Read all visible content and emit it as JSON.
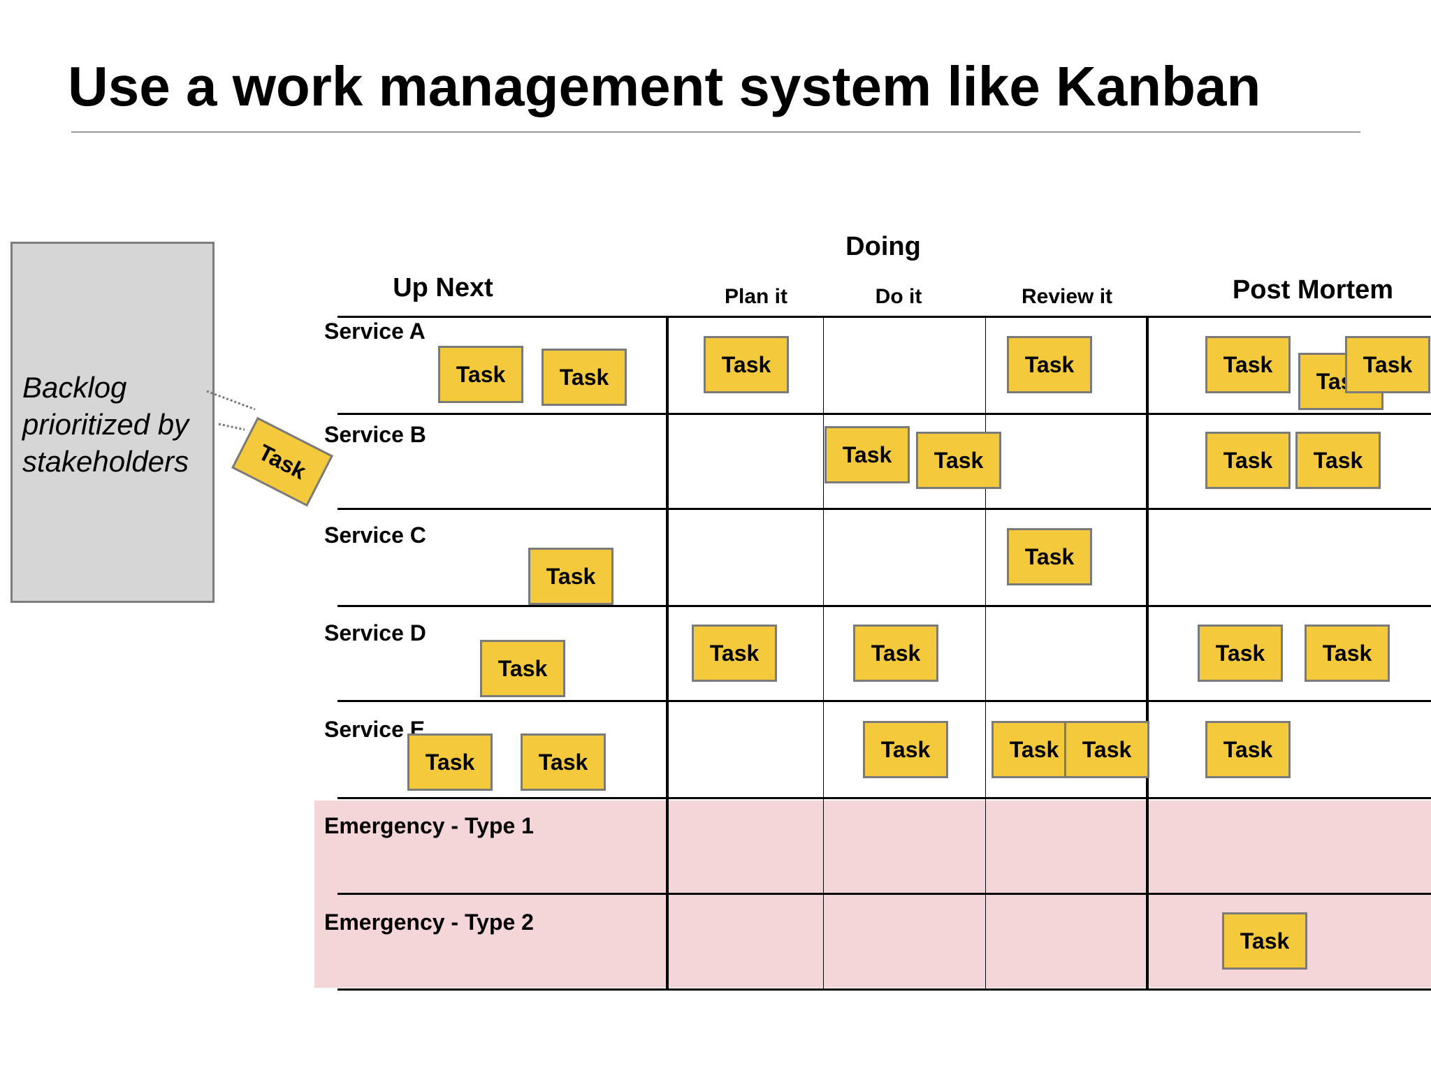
{
  "slide": {
    "title": "Use a work management system like Kanban"
  },
  "backlog": {
    "label": "Backlog\nprioritized by\nstakeholders",
    "task_label": "Task"
  },
  "board": {
    "group_header": "Doing",
    "columns": [
      "Up Next",
      "Plan it",
      "Do it",
      "Review it",
      "Post Mortem"
    ],
    "rows": [
      "Service A",
      "Service B",
      "Service C",
      "Service D",
      "Service E",
      "Emergency - Type 1",
      "Emergency - Type 2"
    ],
    "emergency_rows": [
      "Emergency - Type 1",
      "Emergency - Type 2"
    ],
    "task_label": "Task",
    "tasks": [
      {
        "row": "Service A",
        "column": "Up Next",
        "count": 2
      },
      {
        "row": "Service A",
        "column": "Plan it",
        "count": 1
      },
      {
        "row": "Service A",
        "column": "Review it",
        "count": 1
      },
      {
        "row": "Service A",
        "column": "Post Mortem",
        "count": 3
      },
      {
        "row": "Service B",
        "column": "Do it",
        "count": 2
      },
      {
        "row": "Service B",
        "column": "Post Mortem",
        "count": 2
      },
      {
        "row": "Service C",
        "column": "Up Next",
        "count": 1
      },
      {
        "row": "Service C",
        "column": "Review it",
        "count": 1
      },
      {
        "row": "Service D",
        "column": "Up Next",
        "count": 1
      },
      {
        "row": "Service D",
        "column": "Plan it",
        "count": 1
      },
      {
        "row": "Service D",
        "column": "Do it",
        "count": 1
      },
      {
        "row": "Service D",
        "column": "Post Mortem",
        "count": 2
      },
      {
        "row": "Service E",
        "column": "Up Next",
        "count": 2
      },
      {
        "row": "Service E",
        "column": "Do it",
        "count": 1
      },
      {
        "row": "Service E",
        "column": "Review it",
        "count": 2
      },
      {
        "row": "Service E",
        "column": "Post Mortem",
        "count": 1
      },
      {
        "row": "Emergency - Type 2",
        "column": "Post Mortem",
        "count": 1
      }
    ]
  },
  "colors": {
    "task_fill": "#f4c93c",
    "task_border": "#7a7a7a",
    "emergency_fill": "#f5d6d8",
    "backlog_fill": "#d6d6d6"
  }
}
